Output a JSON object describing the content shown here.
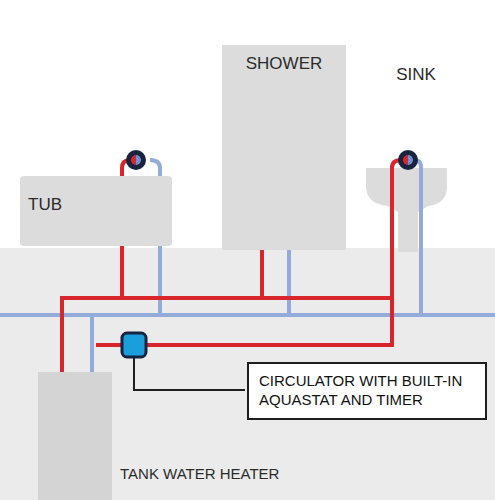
{
  "diagram": {
    "nodes": [
      {
        "text": [
          "TUB"
        ]
      },
      {
        "text": [
          "SHOWER"
        ]
      },
      {
        "text": [
          "SINK"
        ]
      },
      {
        "text": [
          "CIRCULATOR WITH BUILT-IN AQUASTAT AND TIMER"
        ]
      },
      {
        "text": [
          "TANK WATER HEATER"
        ]
      }
    ]
  }
}
